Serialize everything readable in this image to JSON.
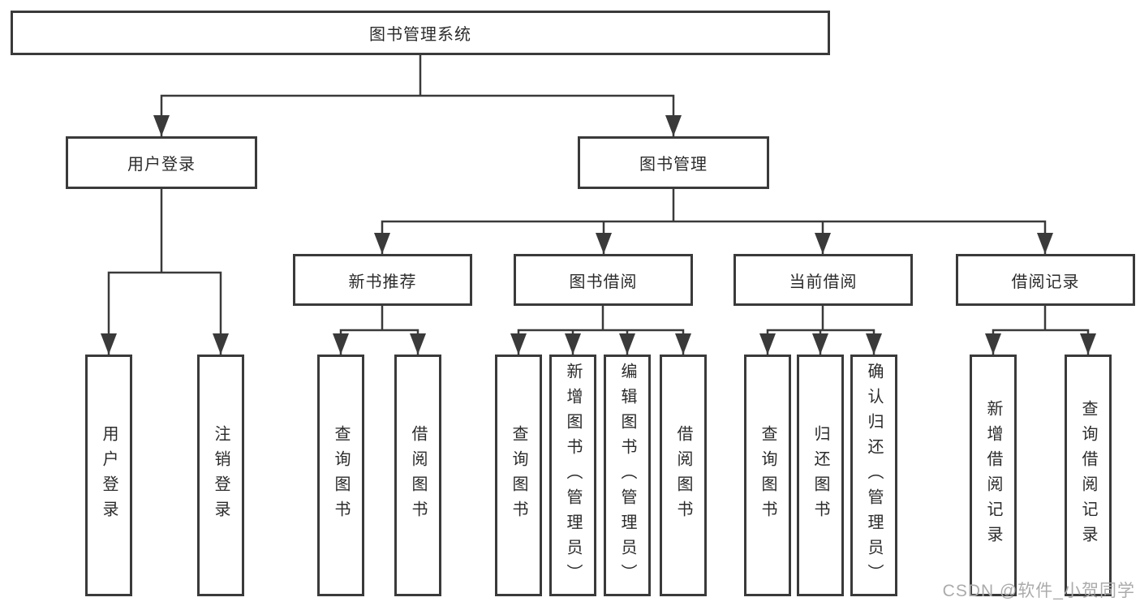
{
  "diagram": {
    "tree": {
      "label": "图书管理系统",
      "children": [
        {
          "label": "用户登录",
          "children": [
            {
              "label": "用户登录"
            },
            {
              "label": "注销登录"
            }
          ]
        },
        {
          "label": "图书管理",
          "children": [
            {
              "label": "新书推荐",
              "children": [
                {
                  "label": "查询图书"
                },
                {
                  "label": "借阅图书"
                }
              ]
            },
            {
              "label": "图书借阅",
              "children": [
                {
                  "label": "查询图书"
                },
                {
                  "label": "新增图书（管理员）"
                },
                {
                  "label": "编辑图书（管理员）"
                },
                {
                  "label": "借阅图书"
                }
              ]
            },
            {
              "label": "当前借阅",
              "children": [
                {
                  "label": "查询图书"
                },
                {
                  "label": "归还图书"
                },
                {
                  "label": "确认归还（管理员）"
                }
              ]
            },
            {
              "label": "借阅记录",
              "children": [
                {
                  "label": "新增借阅记录"
                },
                {
                  "label": "查询借阅记录"
                }
              ]
            }
          ]
        }
      ]
    }
  },
  "watermark": {
    "text": "CSDN @软件_小贺同学"
  },
  "colors": {
    "line": "#3a3a3a",
    "box_border": "#3a3a3a",
    "text": "#2b2b2b",
    "watermark": "#ababab",
    "background": "#ffffff"
  }
}
